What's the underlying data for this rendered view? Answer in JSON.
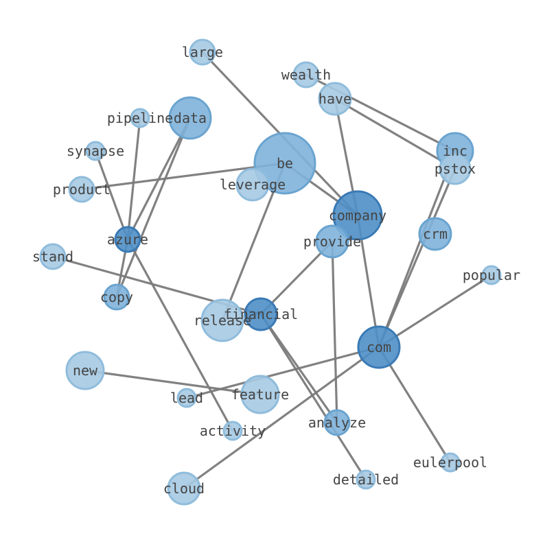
{
  "colors": {
    "edge": "#7a7a7a",
    "node_light_fill": "#a6cae3",
    "node_light_stroke": "#8fbcdc",
    "node_mid_fill": "#7fb3da",
    "node_mid_stroke": "#6aa4d0",
    "node_dark_fill": "#4f8fc6",
    "node_dark_stroke": "#3a7ab5",
    "label": "#444444"
  },
  "nodes": [
    {
      "id": "large",
      "label": "large",
      "shade": "light"
    },
    {
      "id": "wealth",
      "label": "wealth",
      "shade": "light"
    },
    {
      "id": "have",
      "label": "have",
      "shade": "light"
    },
    {
      "id": "pipeline",
      "label": "pipeline",
      "shade": "light"
    },
    {
      "id": "data",
      "label": "data",
      "shade": "mid"
    },
    {
      "id": "synapse",
      "label": "synapse",
      "shade": "light"
    },
    {
      "id": "inc",
      "label": "inc",
      "shade": "mid"
    },
    {
      "id": "pstox",
      "label": "pstox",
      "shade": "light"
    },
    {
      "id": "be",
      "label": "be",
      "shade": "mid"
    },
    {
      "id": "product",
      "label": "product",
      "shade": "light"
    },
    {
      "id": "leverage",
      "label": "leverage",
      "shade": "light"
    },
    {
      "id": "company",
      "label": "company",
      "shade": "dark"
    },
    {
      "id": "crm",
      "label": "crm",
      "shade": "mid"
    },
    {
      "id": "azure",
      "label": "azure",
      "shade": "dark"
    },
    {
      "id": "provide",
      "label": "provide",
      "shade": "mid"
    },
    {
      "id": "stand",
      "label": "stand",
      "shade": "light"
    },
    {
      "id": "popular",
      "label": "popular",
      "shade": "light"
    },
    {
      "id": "copy",
      "label": "copy",
      "shade": "mid"
    },
    {
      "id": "financial",
      "label": "financial",
      "shade": "dark"
    },
    {
      "id": "release",
      "label": "release",
      "shade": "light"
    },
    {
      "id": "com",
      "label": "com",
      "shade": "dark"
    },
    {
      "id": "new",
      "label": "new",
      "shade": "light"
    },
    {
      "id": "lead",
      "label": "lead",
      "shade": "light"
    },
    {
      "id": "feature",
      "label": "feature",
      "shade": "light"
    },
    {
      "id": "activity",
      "label": "activity",
      "shade": "light"
    },
    {
      "id": "analyze",
      "label": "analyze",
      "shade": "mid"
    },
    {
      "id": "eulerpool",
      "label": "eulerpool",
      "shade": "light"
    },
    {
      "id": "detailed",
      "label": "detailed",
      "shade": "light"
    },
    {
      "id": "cloud",
      "label": "cloud",
      "shade": "light"
    }
  ],
  "edges": [
    [
      "large",
      "company"
    ],
    [
      "wealth",
      "inc"
    ],
    [
      "have",
      "pstox"
    ],
    [
      "have",
      "company"
    ],
    [
      "pipeline",
      "azure"
    ],
    [
      "data",
      "azure"
    ],
    [
      "data",
      "copy"
    ],
    [
      "synapse",
      "azure"
    ],
    [
      "product",
      "be"
    ],
    [
      "be",
      "company"
    ],
    [
      "be",
      "release"
    ],
    [
      "company",
      "com"
    ],
    [
      "inc",
      "com"
    ],
    [
      "pstox",
      "com"
    ],
    [
      "azure",
      "copy"
    ],
    [
      "azure",
      "activity"
    ],
    [
      "stand",
      "financial"
    ],
    [
      "provide",
      "financial"
    ],
    [
      "provide",
      "analyze"
    ],
    [
      "financial",
      "analyze"
    ],
    [
      "financial",
      "detailed"
    ],
    [
      "com",
      "popular"
    ],
    [
      "com",
      "lead"
    ],
    [
      "com",
      "eulerpool"
    ],
    [
      "com",
      "cloud"
    ],
    [
      "new",
      "feature"
    ]
  ]
}
